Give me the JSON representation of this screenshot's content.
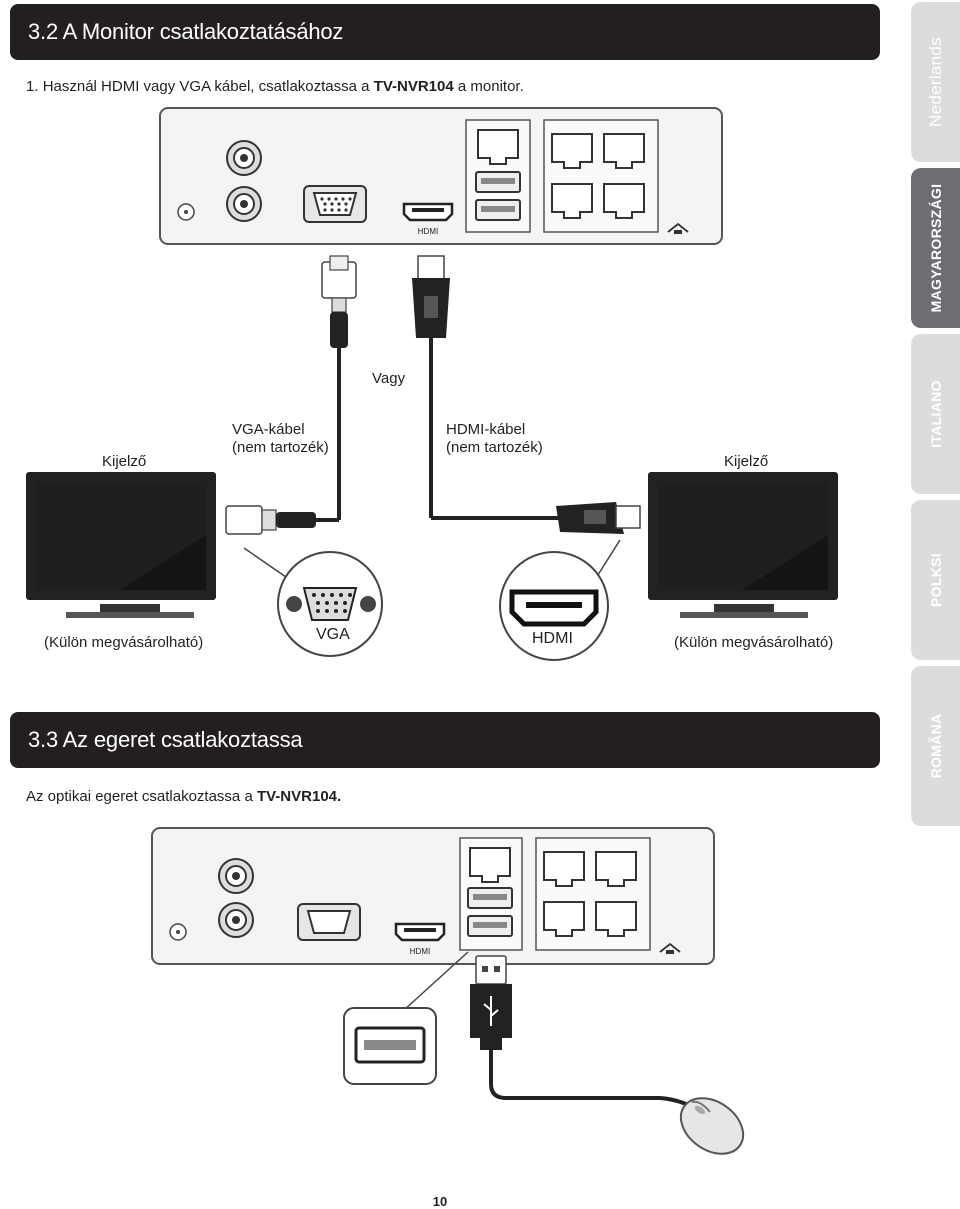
{
  "section_1": {
    "title": "3.2 A Monitor csatlakoztatásához",
    "step_number": "1.",
    "instruction_pre": "Használ HDMI vagy VGA kábel, csatlakoztassa a",
    "instruction_model": "TV-NVR104",
    "instruction_post": "a monitor.",
    "port_hdmi_label": "HDMI",
    "or_label": "Vagy",
    "display_left": "Kijelző",
    "display_right": "Kijelző",
    "vga_cable_line1": "VGA-kábel",
    "vga_cable_line2": "(nem tartozék)",
    "hdmi_cable_line1": "HDMI-kábel",
    "hdmi_cable_line2": "(nem tartozék)",
    "sold_separately_left": "(Külön megvásárolható)",
    "sold_separately_right": "(Külön megvásárolható)",
    "callout_vga": "VGA",
    "callout_hdmi": "HDMI"
  },
  "section_2": {
    "title": "3.3 Az egeret csatlakoztassa",
    "instruction_pre": "Az optikai egeret csatlakoztassa a",
    "instruction_model": "TV-NVR104.",
    "port_hdmi_label": "HDMI"
  },
  "language_tabs": [
    {
      "label": "Nederlands",
      "active": false
    },
    {
      "label": "MAGYARORSZÁGI",
      "active": true
    },
    {
      "label": "ITALIANO",
      "active": false
    },
    {
      "label": "POLKSI",
      "active": false
    },
    {
      "label": "ROMÂNA",
      "active": false
    }
  ],
  "page_number": "10",
  "colors": {
    "bar": "#231f20",
    "tab_active": "#6d6e71",
    "tab_inactive": "#dcdcdc",
    "device": "#f4f4f4"
  }
}
